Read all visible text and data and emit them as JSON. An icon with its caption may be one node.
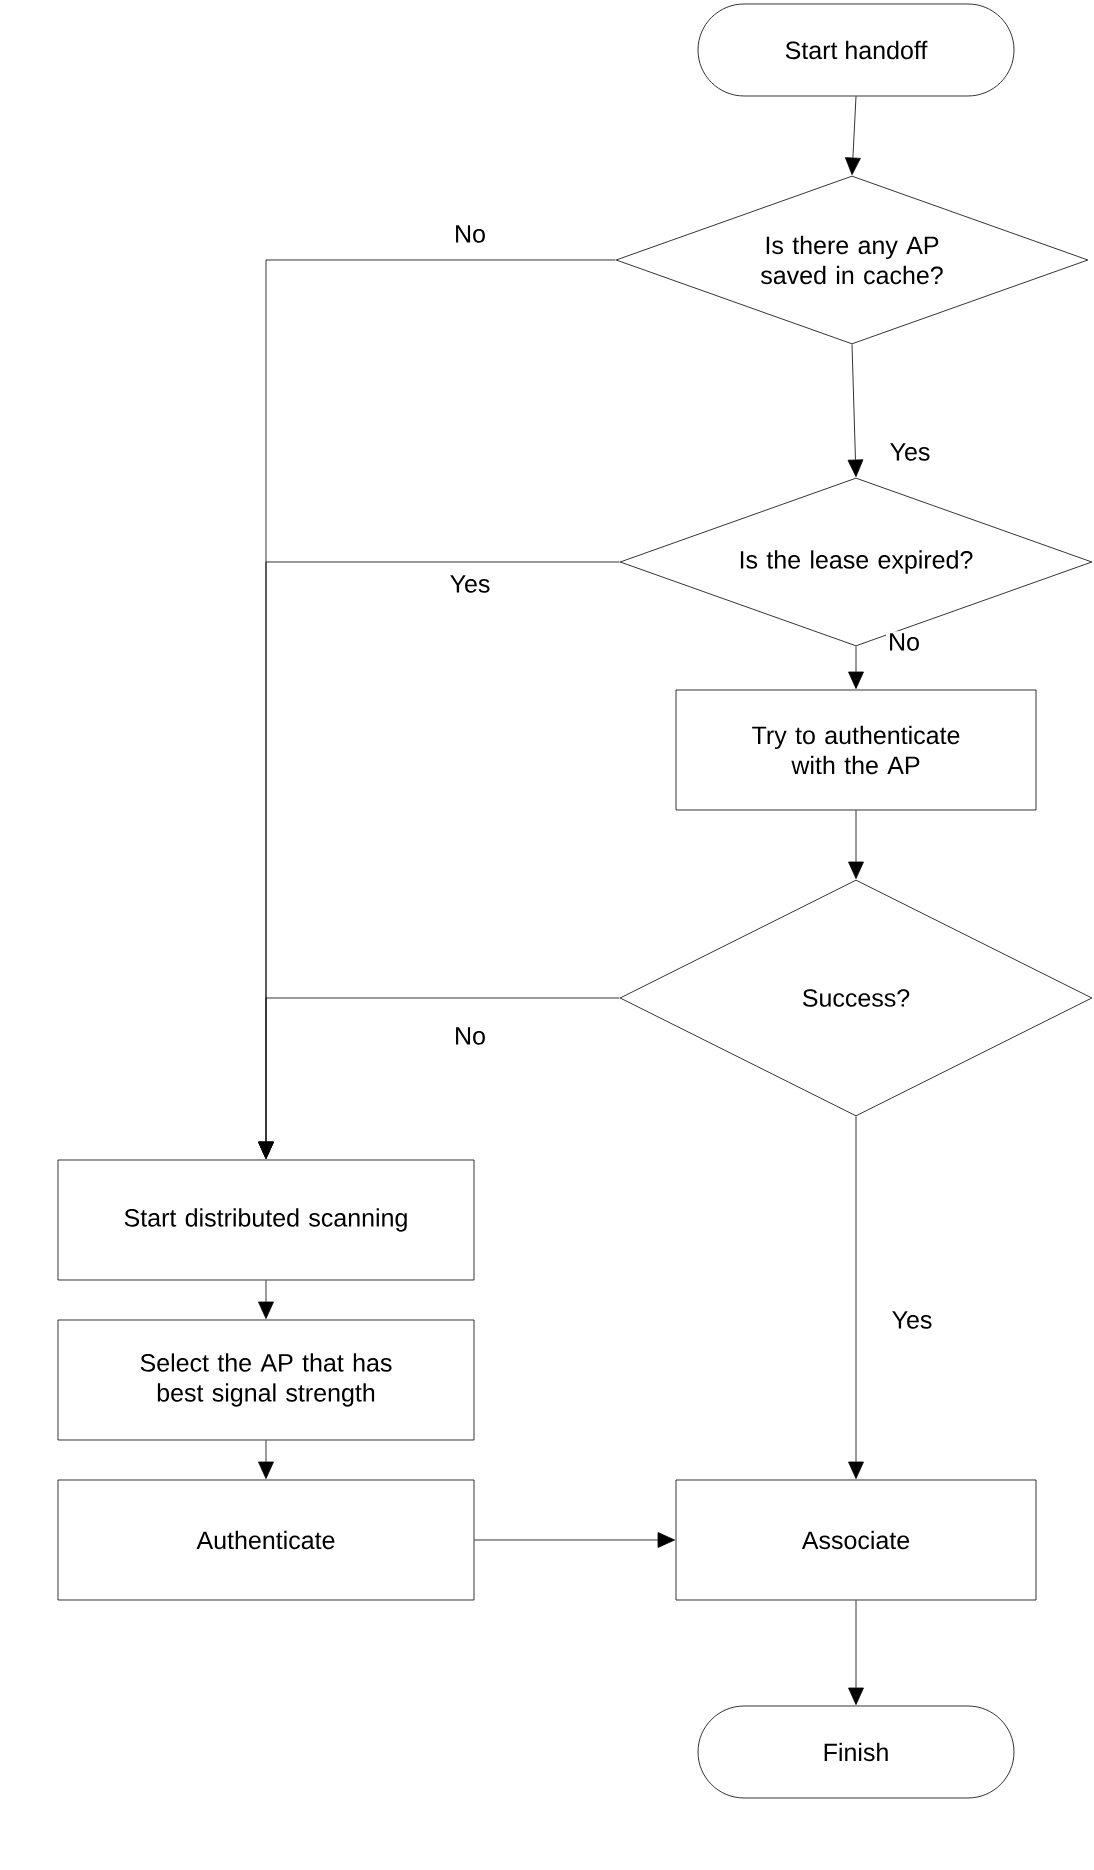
{
  "diagram": {
    "nodes": [
      {
        "text": [
          "Start handoff"
        ]
      },
      {
        "text": [
          "Is there any AP saved in cache?"
        ]
      },
      {
        "text": [
          "Is the lease expired?"
        ]
      },
      {
        "text": [
          "Try to authenticate with the AP"
        ]
      },
      {
        "text": [
          "Success?"
        ]
      },
      {
        "text": [
          "Start distributed scanning"
        ]
      },
      {
        "text": [
          "Select the AP that has best signal strength"
        ]
      },
      {
        "text": [
          "Authenticate"
        ]
      },
      {
        "text": [
          "Associate"
        ]
      },
      {
        "text": [
          "Finish"
        ]
      }
    ],
    "edges": [
      {
        "from": 0,
        "to": 1,
        "arrow": "to"
      },
      {
        "from": 1,
        "to": 5,
        "arrow": "to",
        "label": "No"
      },
      {
        "from": 1,
        "to": 2,
        "arrow": "to",
        "label": "Yes"
      },
      {
        "from": 2,
        "to": 5,
        "arrow": "to",
        "label": "Yes"
      },
      {
        "from": 2,
        "to": 3,
        "arrow": "to",
        "label": "No"
      },
      {
        "from": 3,
        "to": 4,
        "arrow": "to"
      },
      {
        "from": 4,
        "to": 5,
        "arrow": "to",
        "label": "No"
      },
      {
        "from": 4,
        "to": 8,
        "arrow": "to",
        "label": "Yes"
      },
      {
        "from": 5,
        "to": 6,
        "arrow": "to"
      },
      {
        "from": 6,
        "to": 7,
        "arrow": "to"
      },
      {
        "from": 7,
        "to": 8,
        "arrow": "to"
      },
      {
        "from": 8,
        "to": 9,
        "arrow": "to"
      }
    ]
  }
}
